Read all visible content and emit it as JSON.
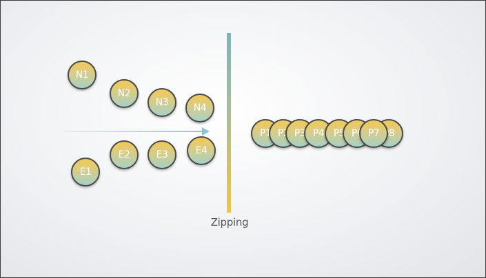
{
  "diagram": {
    "caption": "Zipping",
    "n_nodes": [
      {
        "label": "N1"
      },
      {
        "label": "N2"
      },
      {
        "label": "N3"
      },
      {
        "label": "N4"
      }
    ],
    "e_nodes": [
      {
        "label": "E1"
      },
      {
        "label": "E2"
      },
      {
        "label": "E3"
      },
      {
        "label": "E4"
      }
    ],
    "p_nodes": [
      {
        "label": "P1"
      },
      {
        "label": "P2"
      },
      {
        "label": "P3"
      },
      {
        "label": "P4"
      },
      {
        "label": "P5"
      },
      {
        "label": "P6"
      },
      {
        "label": "P7"
      },
      {
        "label": "P8"
      }
    ],
    "colors": {
      "node_top": "#f2c953",
      "node_bottom": "#a6d1c8",
      "node_border": "#4a4a48",
      "arrow": "#8fc3cf",
      "barrier_top": "#7fb3b8",
      "barrier_bottom": "#f2c444"
    }
  }
}
